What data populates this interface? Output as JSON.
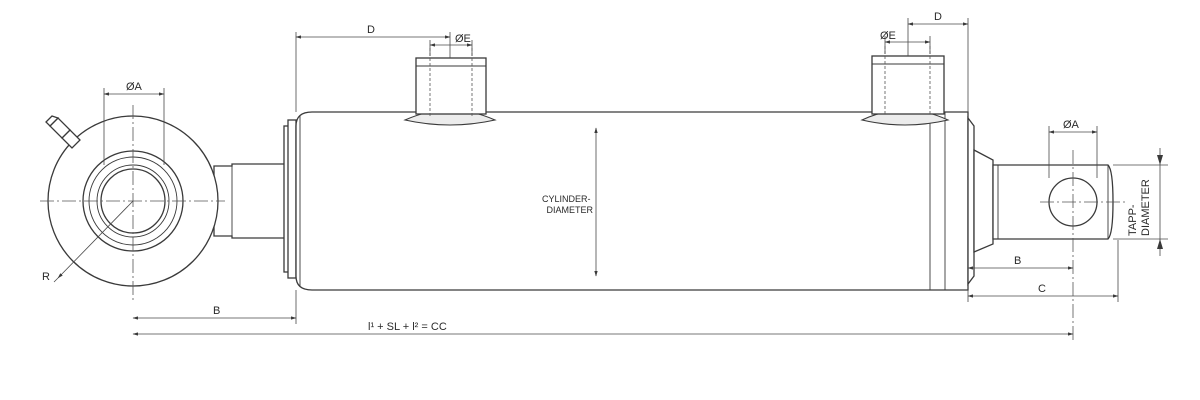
{
  "labels": {
    "dia_a_left": "ØA",
    "dia_a_right": "ØA",
    "dia_e_left": "ØE",
    "dia_e_right": "ØE",
    "d_left": "D",
    "d_right": "D",
    "b_left": "B",
    "b_right": "B",
    "c": "C",
    "r": "R",
    "total": "l¹ + SL + l² = CC",
    "cylinder_line1": "CYLINDER-",
    "cylinder_line2": "DIAMETER",
    "tapp_line1": "TAPP-",
    "tapp_line2": "DIAMETER"
  }
}
